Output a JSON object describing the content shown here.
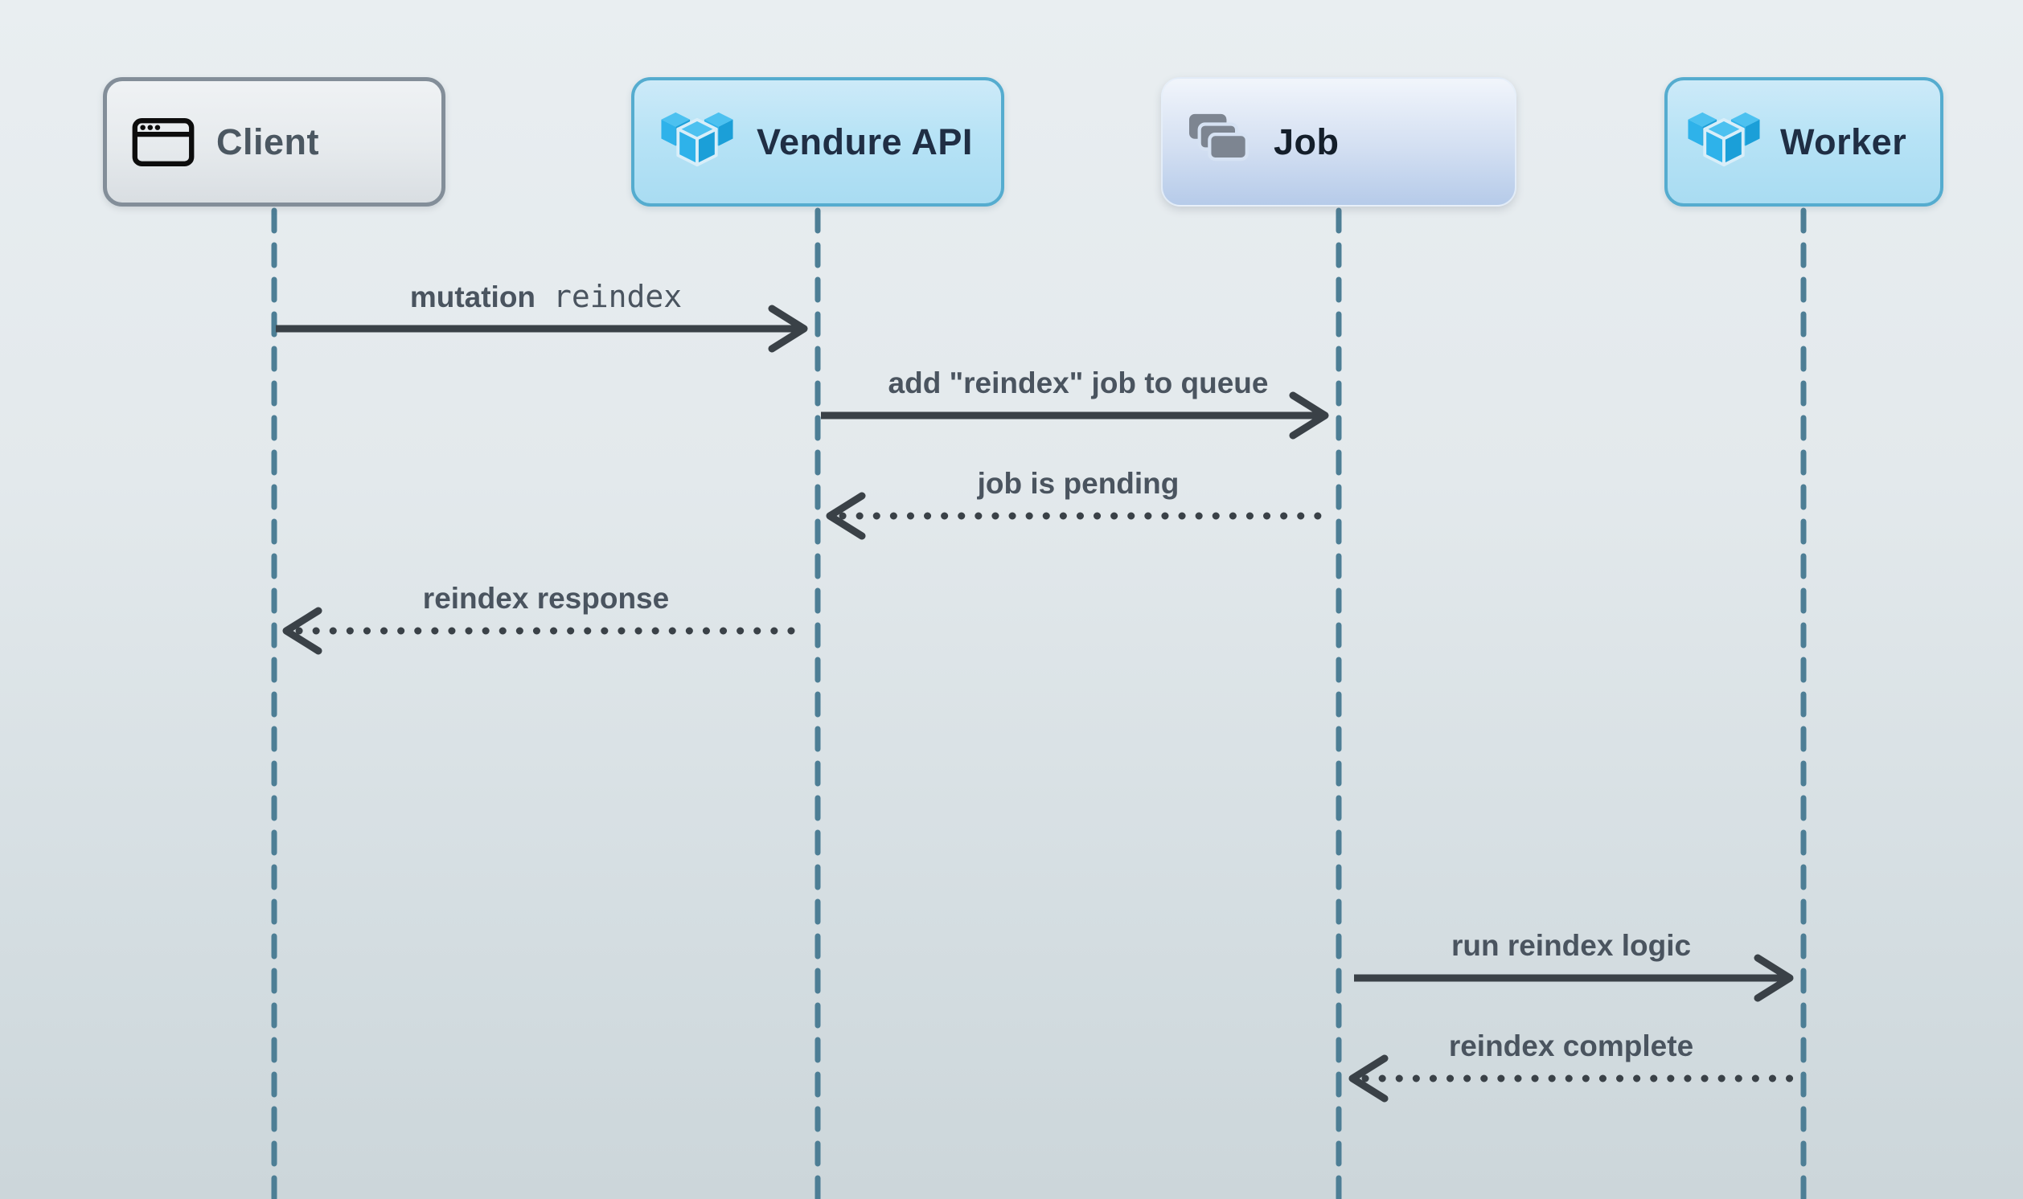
{
  "diagram": {
    "type": "sequence-diagram",
    "actors": [
      {
        "id": "client",
        "label": "Client",
        "icon": "browser-window-icon"
      },
      {
        "id": "vendure-api",
        "label": "Vendure API",
        "icon": "vendure-logo-icon"
      },
      {
        "id": "job",
        "label": "Job",
        "icon": "stacked-cards-icon"
      },
      {
        "id": "worker",
        "label": "Worker",
        "icon": "vendure-logo-icon"
      }
    ],
    "messages": [
      {
        "from": "Client",
        "to": "Vendure API",
        "label": "mutation",
        "code": "reindex",
        "line": "solid"
      },
      {
        "from": "Vendure API",
        "to": "Job",
        "label": "add \"reindex\" job to queue",
        "line": "solid"
      },
      {
        "from": "Job",
        "to": "Vendure API",
        "label": "job is pending",
        "line": "dotted"
      },
      {
        "from": "Vendure API",
        "to": "Client",
        "label": "reindex response",
        "line": "dotted"
      },
      {
        "from": "Job",
        "to": "Worker",
        "label": "run reindex logic",
        "line": "solid"
      },
      {
        "from": "Worker",
        "to": "Job",
        "label": "reindex complete",
        "line": "dotted"
      }
    ],
    "colors": {
      "background_top": "#e9eef1",
      "background_bottom": "#ccd6da",
      "lifeline": "#4d7e95",
      "arrow": "#3a4147",
      "message_text": "#4a545f",
      "client_border": "#838e99",
      "client_title": "#4b5761",
      "vendure_border": "#55accf",
      "vendure_fill": "#b7e3f6",
      "vendure_title": "#1f2e44",
      "job_fill_bottom": "#b6cbe9",
      "job_title": "#141e2a",
      "logo_blue_top": "#4cc1f0",
      "logo_blue_left": "#2eb2ea",
      "logo_blue_right": "#1b9fd8",
      "cards_gray": "#7d8591"
    }
  }
}
